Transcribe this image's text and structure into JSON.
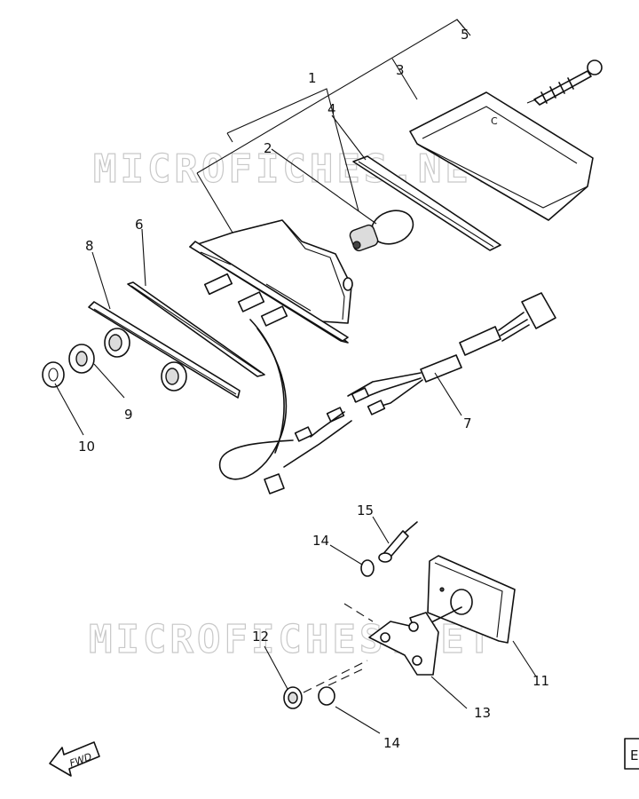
{
  "watermark": "MICROFICHES.NET",
  "fwd_label": "FWD",
  "callouts": [
    "1",
    "2",
    "3",
    "4",
    "5",
    "6",
    "7",
    "8",
    "9",
    "10",
    "11",
    "12",
    "13",
    "14",
    "14",
    "15"
  ],
  "corner_mark": "E"
}
